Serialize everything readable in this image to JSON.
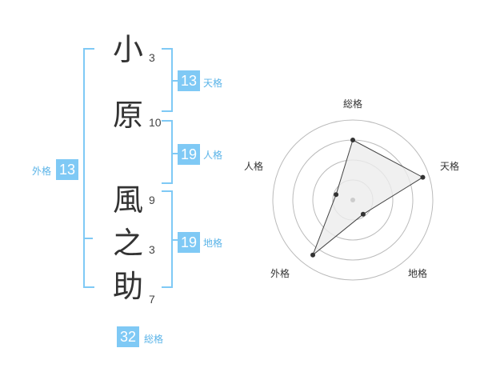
{
  "colors": {
    "accent": "#7fc9f5",
    "accent_text": "#5bb4e8",
    "radar_fill": "#ececec",
    "radar_line": "#444444",
    "ring": "#bbbbbb"
  },
  "name": {
    "characters": [
      {
        "char": "小",
        "strokes": "3"
      },
      {
        "char": "原",
        "strokes": "10"
      },
      {
        "char": "風",
        "strokes": "9"
      },
      {
        "char": "之",
        "strokes": "3"
      },
      {
        "char": "助",
        "strokes": "7"
      }
    ]
  },
  "fortunes": {
    "tenkaku": {
      "value": "13",
      "label": "天格"
    },
    "jinkaku": {
      "value": "19",
      "label": "人格"
    },
    "chikaku": {
      "value": "19",
      "label": "地格"
    },
    "gaikaku": {
      "value": "13",
      "label": "外格"
    },
    "soukaku": {
      "value": "32",
      "label": "総格"
    }
  },
  "chart_data": {
    "type": "radar",
    "axes": [
      "総格",
      "天格",
      "地格",
      "外格",
      "人格"
    ],
    "values": [
      0.75,
      0.92,
      0.22,
      0.85,
      0.22
    ],
    "rings": 4
  }
}
